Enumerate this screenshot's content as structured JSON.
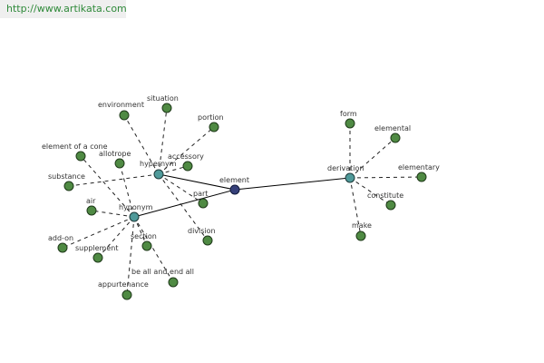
{
  "header": {
    "url": "http://www.artikata.com"
  },
  "graph": {
    "center_label": "element",
    "hubs": [
      {
        "key": "hypernym",
        "label": "hypernym"
      },
      {
        "key": "hyponym",
        "label": "hyponym"
      },
      {
        "key": "derivation",
        "label": "derivation"
      }
    ],
    "leaves": [
      {
        "hub": "hypernym",
        "label": "environment"
      },
      {
        "hub": "hypernym",
        "label": "situation"
      },
      {
        "hub": "hypernym",
        "label": "portion"
      },
      {
        "hub": "hypernym",
        "label": "accessory"
      },
      {
        "hub": "hypernym",
        "label": "substance"
      },
      {
        "hub": "hypernym",
        "label": "part"
      },
      {
        "hub": "hypernym",
        "label": "division"
      },
      {
        "hub": "hyponym",
        "label": "element of a cone"
      },
      {
        "hub": "hyponym",
        "label": "allotrope"
      },
      {
        "hub": "hyponym",
        "label": "air"
      },
      {
        "hub": "hyponym",
        "label": "add-on"
      },
      {
        "hub": "hyponym",
        "label": "supplement"
      },
      {
        "hub": "hyponym",
        "label": "section"
      },
      {
        "hub": "hyponym",
        "label": "be all and end all"
      },
      {
        "hub": "hyponym",
        "label": "appurtenance"
      },
      {
        "hub": "derivation",
        "label": "form"
      },
      {
        "hub": "derivation",
        "label": "elemental"
      },
      {
        "hub": "derivation",
        "label": "elementary"
      },
      {
        "hub": "derivation",
        "label": "constitute"
      },
      {
        "hub": "derivation",
        "label": "make"
      }
    ],
    "colors": {
      "leaf": "#4f8a43",
      "hub": "#4f9a9a",
      "center": "#36407a"
    }
  }
}
